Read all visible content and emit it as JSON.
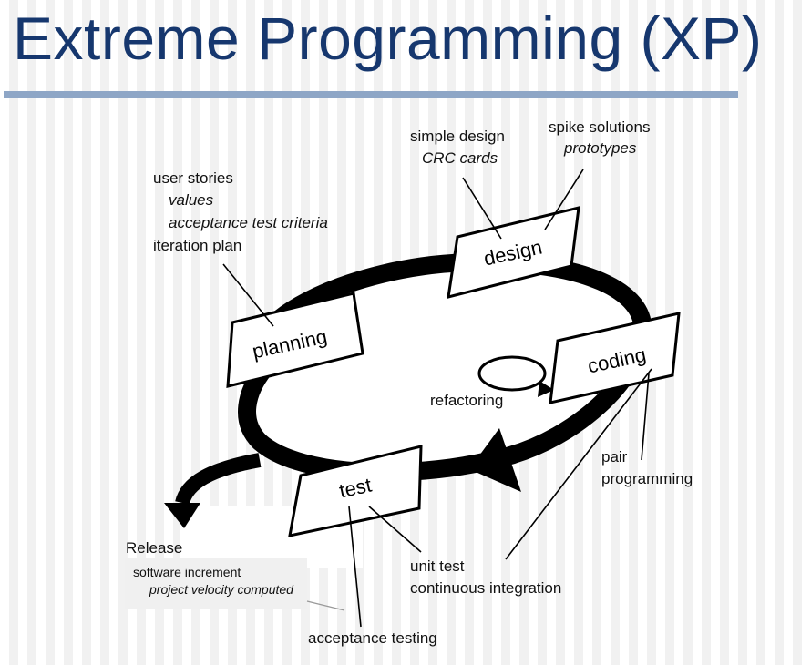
{
  "slide": {
    "title": "Extreme Programming (XP)"
  },
  "phases": {
    "planning": "planning",
    "design": "design",
    "coding": "coding",
    "test": "test"
  },
  "annotations": {
    "user_stories": "user stories",
    "values": "values",
    "acceptance_criteria": "acceptance test criteria",
    "iteration_plan": "iteration plan",
    "simple_design": "simple design",
    "crc_cards": "CRC cards",
    "spike_solutions": "spike solutions",
    "prototypes": "prototypes",
    "refactoring": "refactoring",
    "pair": "pair",
    "pair_programming": "programming",
    "unit_test": "unit test",
    "continuous_integration": "continuous integration",
    "acceptance_testing": "acceptance testing",
    "release": "Release",
    "software_increment": "software increment",
    "velocity": "project velocity computed"
  }
}
